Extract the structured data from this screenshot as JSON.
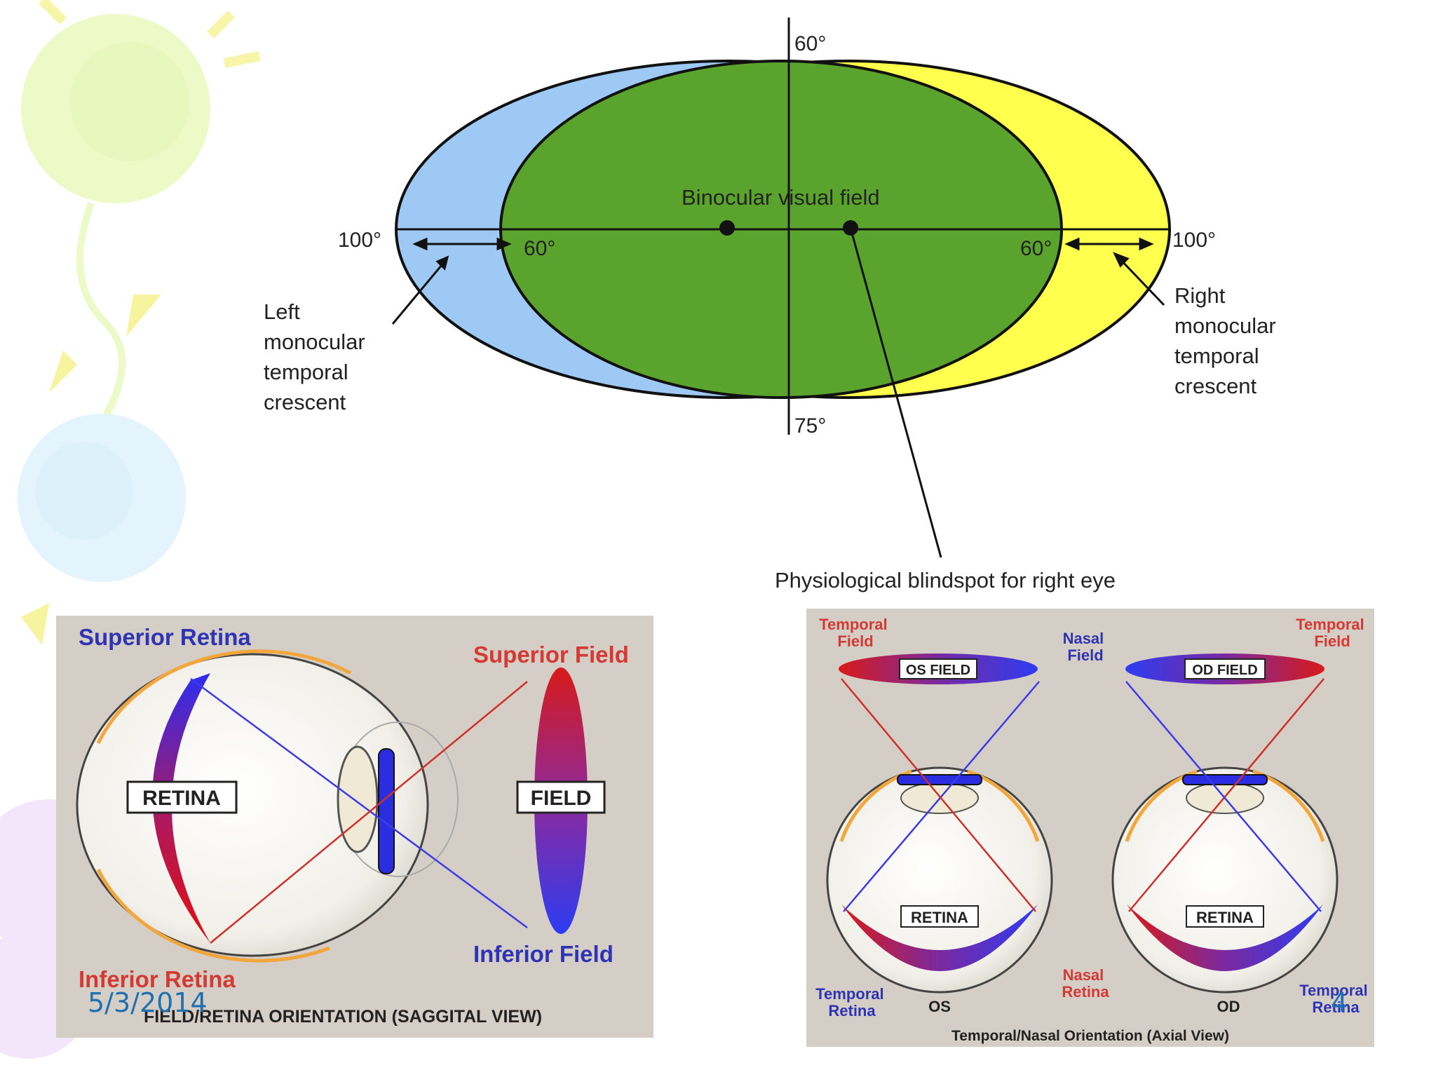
{
  "visual_field": {
    "deg_top": "60°",
    "deg_bottom": "75°",
    "deg_left_outer": "100°",
    "deg_right_outer": "100°",
    "deg_left_inner": "60°",
    "deg_right_inner": "60°",
    "binocular_label": "Binocular visual field",
    "left_crescent": [
      "Left",
      "monocular",
      "temporal",
      "crescent"
    ],
    "right_crescent": [
      "Right",
      "monocular",
      "temporal",
      "crescent"
    ],
    "blindspot_label": "Physiological blindspot for right eye",
    "colors": {
      "left": "#9ec9f4",
      "right": "#ffff4d",
      "binocular": "#5aa32d"
    }
  },
  "sagittal": {
    "superior_retina": "Superior Retina",
    "inferior_retina": "Inferior Retina",
    "superior_field": "Superior Field",
    "inferior_field": "Inferior Field",
    "retina_box": "RETINA",
    "field_box": "FIELD",
    "caption": "FIELD/RETINA ORIENTATION (SAGGITAL VIEW)"
  },
  "axial": {
    "temporal_field_left": [
      "Temporal",
      "Field"
    ],
    "nasal_field": [
      "Nasal",
      "Field"
    ],
    "temporal_field_right": [
      "Temporal",
      "Field"
    ],
    "os_field": "OS FIELD",
    "od_field": "OD FIELD",
    "retina_left": "RETINA",
    "retina_right": "RETINA",
    "temporal_retina_left": [
      "Temporal",
      "Retina"
    ],
    "nasal_retina": [
      "Nasal",
      "Retina"
    ],
    "temporal_retina_right": [
      "Temporal",
      "Retina"
    ],
    "os": "OS",
    "od": "OD",
    "caption": "Temporal/Nasal Orientation (Axial View)"
  },
  "slide": {
    "date": "5/3/2014",
    "number": "4"
  }
}
